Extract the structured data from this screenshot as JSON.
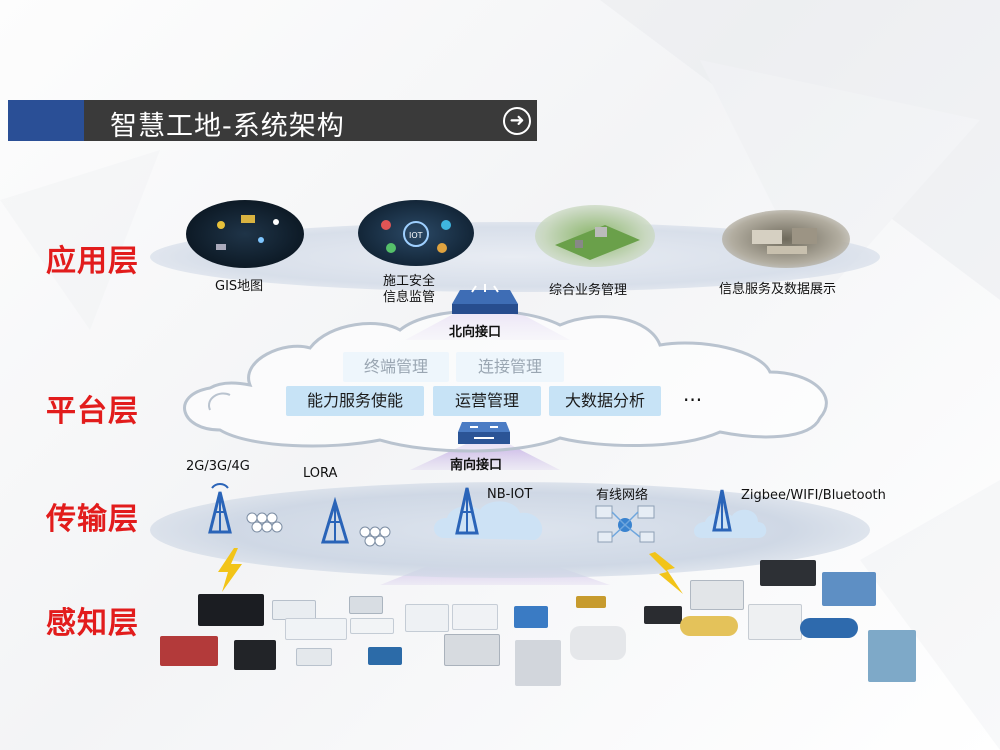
{
  "header": {
    "title": "智慧工地-系统架构"
  },
  "layers": {
    "application": "应用层",
    "platform": "平台层",
    "transport": "传输层",
    "perception": "感知层"
  },
  "application": {
    "items": [
      {
        "label": "GIS地图"
      },
      {
        "label_line1": "施工安全",
        "label_line2": "信息监管"
      },
      {
        "label": "综合业务管理"
      },
      {
        "label": "信息服务及数据展示"
      }
    ]
  },
  "platform": {
    "north_interface": "北向接口",
    "south_interface": "南向接口",
    "faded_tags": [
      "终端管理",
      "连接管理"
    ],
    "tags": [
      "能力服务使能",
      "运营管理",
      "大数据分析"
    ],
    "more": "···"
  },
  "transport": {
    "cellular": "2G/3G/4G",
    "lora": "LORA",
    "nbiot": "NB-IOT",
    "wired": "有线网络",
    "wireless": "Zigbee/WIFI/Bluetooth"
  },
  "colors": {
    "accent_red": "#e21c1c",
    "title_bar": "#3a3a3a",
    "title_blue": "#2a4f96",
    "tag_blue": "#c7e3f6"
  }
}
